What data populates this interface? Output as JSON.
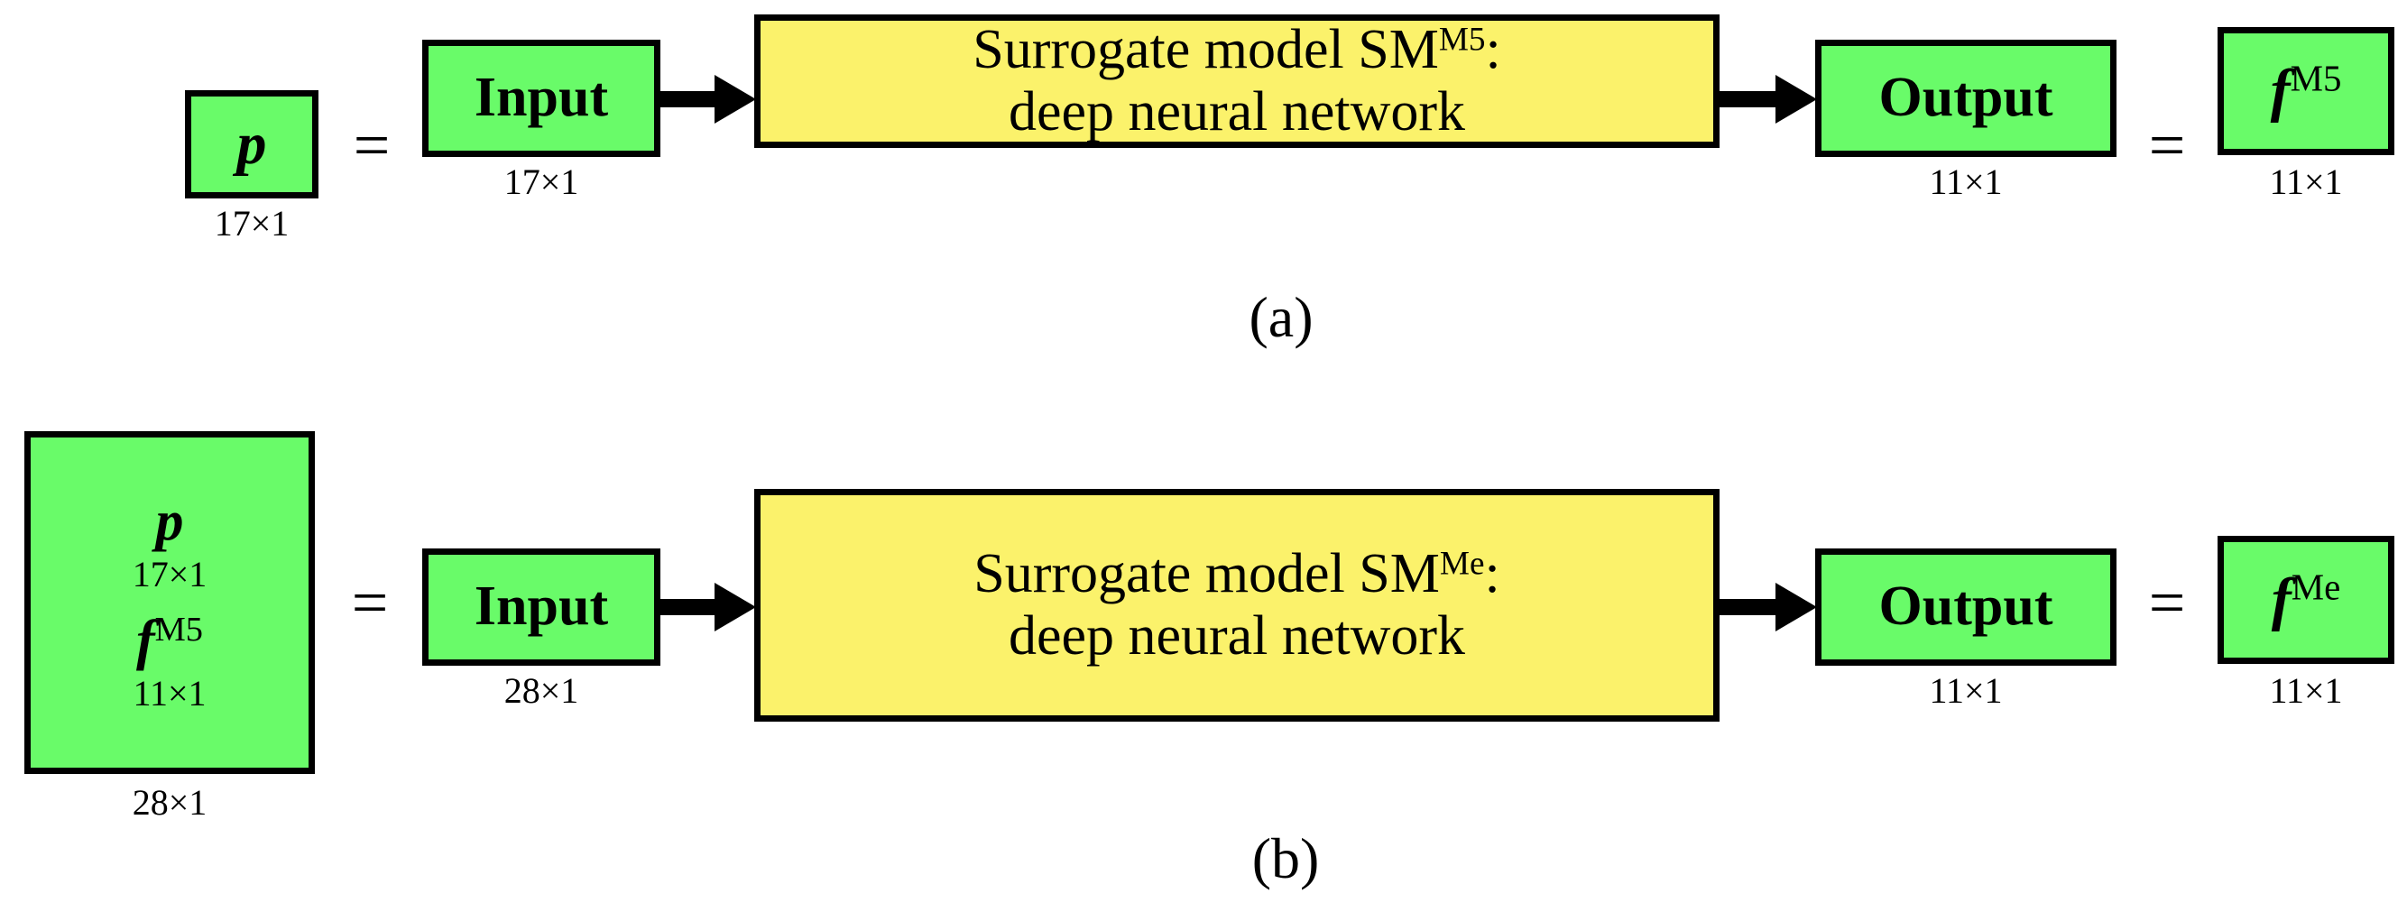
{
  "figure": {
    "panels": [
      {
        "id": "a",
        "caption": "(a)",
        "source_box": {
          "symbol": "p",
          "dim": "17×1"
        },
        "equals": "=",
        "input_box": {
          "label": "Input",
          "dim": "17×1"
        },
        "model_box": {
          "line1_prefix": "Surrogate model SM",
          "line1_sup": "M5",
          "line1_suffix": ":",
          "line2": "deep neural network"
        },
        "output_box": {
          "label": "Output",
          "dim": "11×1"
        },
        "result_box": {
          "symbol": "f",
          "sup": "M5",
          "dim": "11×1"
        }
      },
      {
        "id": "b",
        "caption": "(b)",
        "source_box": {
          "rows": [
            {
              "symbol": "p",
              "sup": "",
              "dim": "17×1"
            },
            {
              "symbol": "f",
              "sup": "M5",
              "dim": "11×1"
            }
          ],
          "dim": "28×1"
        },
        "equals": "=",
        "input_box": {
          "label": "Input",
          "dim": "28×1"
        },
        "model_box": {
          "line1_prefix": "Surrogate model SM",
          "line1_sup": "Me",
          "line1_suffix": ":",
          "line2": "deep neural network"
        },
        "output_box": {
          "label": "Output",
          "dim": "11×1"
        },
        "result_box": {
          "symbol": "f",
          "sup": "Me",
          "dim": "11×1"
        }
      }
    ],
    "colors": {
      "green": "#69FB69",
      "yellow": "#FBF26B",
      "stroke": "#000000",
      "background": "#FFFFFF"
    }
  }
}
